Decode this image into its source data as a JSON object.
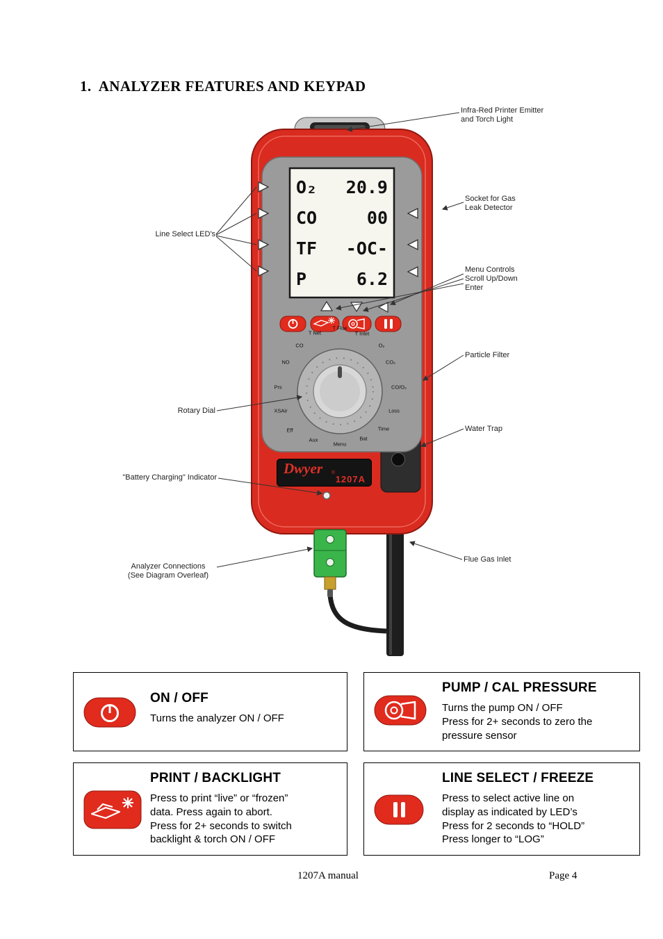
{
  "page": {
    "title": "1.  ANALYZER FEATURES AND KEYPAD",
    "footer_left": "1207A manual",
    "footer_right": "Page 4"
  },
  "colors": {
    "device_red": "#d92b20",
    "button_red": "#e02b1d",
    "panel_gray": "#9b9b9b",
    "lcd_bg": "#f6f6ef",
    "connector_green": "#3ab54a",
    "logo_red": "#e03127"
  },
  "device": {
    "brand": "Dwyer",
    "registered": "®",
    "model": "1207A",
    "display": [
      {
        "label": "O₂",
        "value": "20.9"
      },
      {
        "label": "CO",
        "value": "00"
      },
      {
        "label": "TF",
        "value": "-OC-"
      },
      {
        "label": "P",
        "value": "6.2"
      }
    ],
    "dial_labels": [
      "T Net",
      "T Flue",
      "T Inlet",
      "CO",
      "O₂",
      "NO",
      "CO₂",
      "Prs",
      "CO/O₂",
      "XSAir",
      "Loss",
      "Eff",
      "Time",
      "Aux",
      "Menu",
      "Bat"
    ]
  },
  "callouts": [
    {
      "text": "Infra-Red Printer Emitter\nand Torch Light"
    },
    {
      "text": "Socket for Gas\nLeak Detector"
    },
    {
      "text": "Line Select LED's"
    },
    {
      "text": "Menu Controls\nScroll Up/Down\nEnter"
    },
    {
      "text": "Particle Filter"
    },
    {
      "text": "Rotary Dial"
    },
    {
      "text": "Water Trap"
    },
    {
      "text": "\"Battery Charging\" Indicator"
    },
    {
      "text": "Analyzer Connections\n(See Diagram Overleaf)"
    },
    {
      "text": "Flue Gas Inlet"
    }
  ],
  "info_boxes": [
    {
      "title": "ON / OFF",
      "text": "Turns the analyzer ON / OFF"
    },
    {
      "title": "PUMP / CAL PRESSURE",
      "text": "Turns the pump ON / OFF\nPress for 2+ seconds to zero the\npressure sensor"
    },
    {
      "title": "PRINT / BACKLIGHT",
      "text": "Press to print “live” or “frozen”\ndata.  Press again to abort.\nPress for 2+ seconds to switch\nbacklight & torch ON / OFF"
    },
    {
      "title": "LINE SELECT / FREEZE",
      "text": "Press to select active line on\ndisplay as indicated by LED’s\nPress for 2 seconds to “HOLD”\nPress longer to “LOG”"
    }
  ]
}
